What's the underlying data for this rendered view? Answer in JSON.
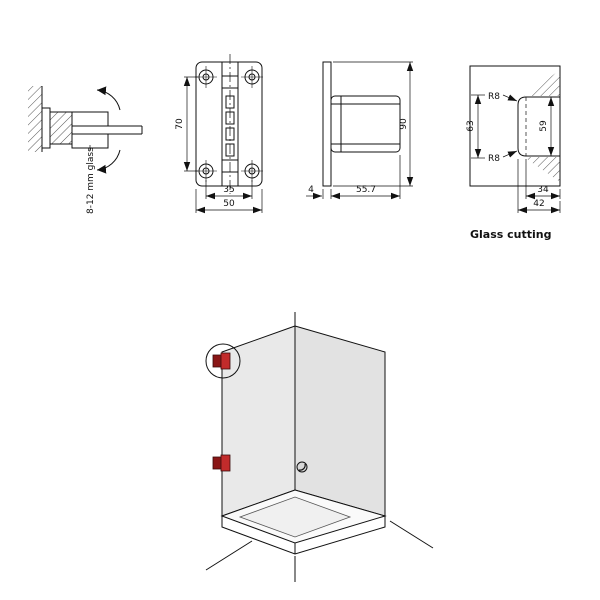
{
  "colors": {
    "line": "#111111",
    "glass_panel": "#e9e9e9",
    "glass_panel_right": "#e2e2e2",
    "tray_fill": "#fafafa",
    "tray_inner": "#f0f0f0",
    "hinge_red": "#c22b2b",
    "hinge_red_dark": "#8a1616"
  },
  "views": {
    "wall_mount": {
      "glass_label": "8-12 mm glass"
    },
    "front": {
      "dim_height": "70",
      "dim_hole_spacing": "35",
      "dim_width": "50"
    },
    "profile": {
      "dim_height": "90",
      "dim_plate": "4",
      "dim_depth": "55.7"
    },
    "glass_cutting": {
      "caption": "Glass cutting",
      "dim_left_height": "63",
      "dim_right_height": "59",
      "radius_top": "R8",
      "radius_bottom": "R8",
      "dim_notch_width": "34",
      "dim_cut_width": "42"
    }
  }
}
